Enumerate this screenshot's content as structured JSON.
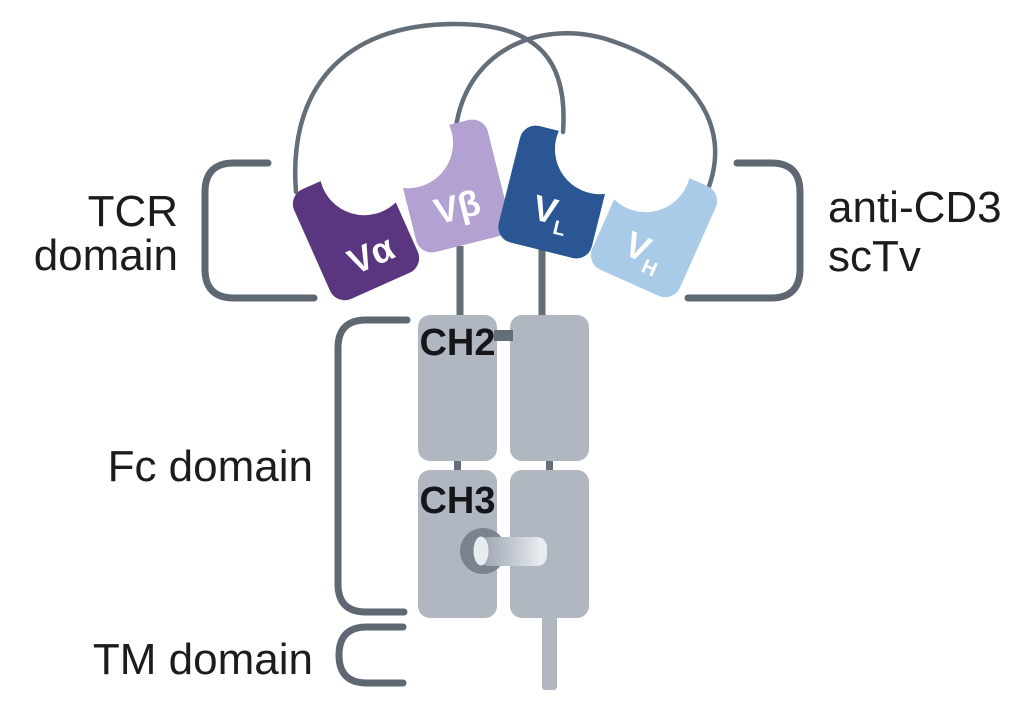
{
  "labels": {
    "tcr_bracket_line1": "TCR",
    "tcr_bracket_line2": "domain",
    "anti_cd3_line1": "anti-CD3",
    "anti_cd3_line2": "scTv",
    "fc_domain": "Fc domain",
    "tm_domain": "TM domain",
    "ch2": "CH2",
    "ch3": "CH3"
  },
  "domains": {
    "valpha": {
      "label": "Vα",
      "color": "#5a3580"
    },
    "vbeta": {
      "label": "Vβ",
      "color": "#b3a1d2"
    },
    "vl": {
      "main": "V",
      "sub": "L",
      "color": "#2a5694"
    },
    "vh": {
      "main": "V",
      "sub": "H",
      "color": "#a9cbe8"
    }
  },
  "colors": {
    "background": "#ffffff",
    "fc_rect": "#b1b7c1",
    "tail": "#b1b7c1",
    "connector": "#646e79",
    "bracket": "#5e6772",
    "knob_ring": "#7b838e",
    "knob_cylinder_dark": "#9aa2ad",
    "knob_cylinder_mid": "#c3c9d1",
    "knob_cylinder_light": "#e8ebef",
    "text": "#1c1c1e",
    "label_on_domain": "#ffffff"
  }
}
